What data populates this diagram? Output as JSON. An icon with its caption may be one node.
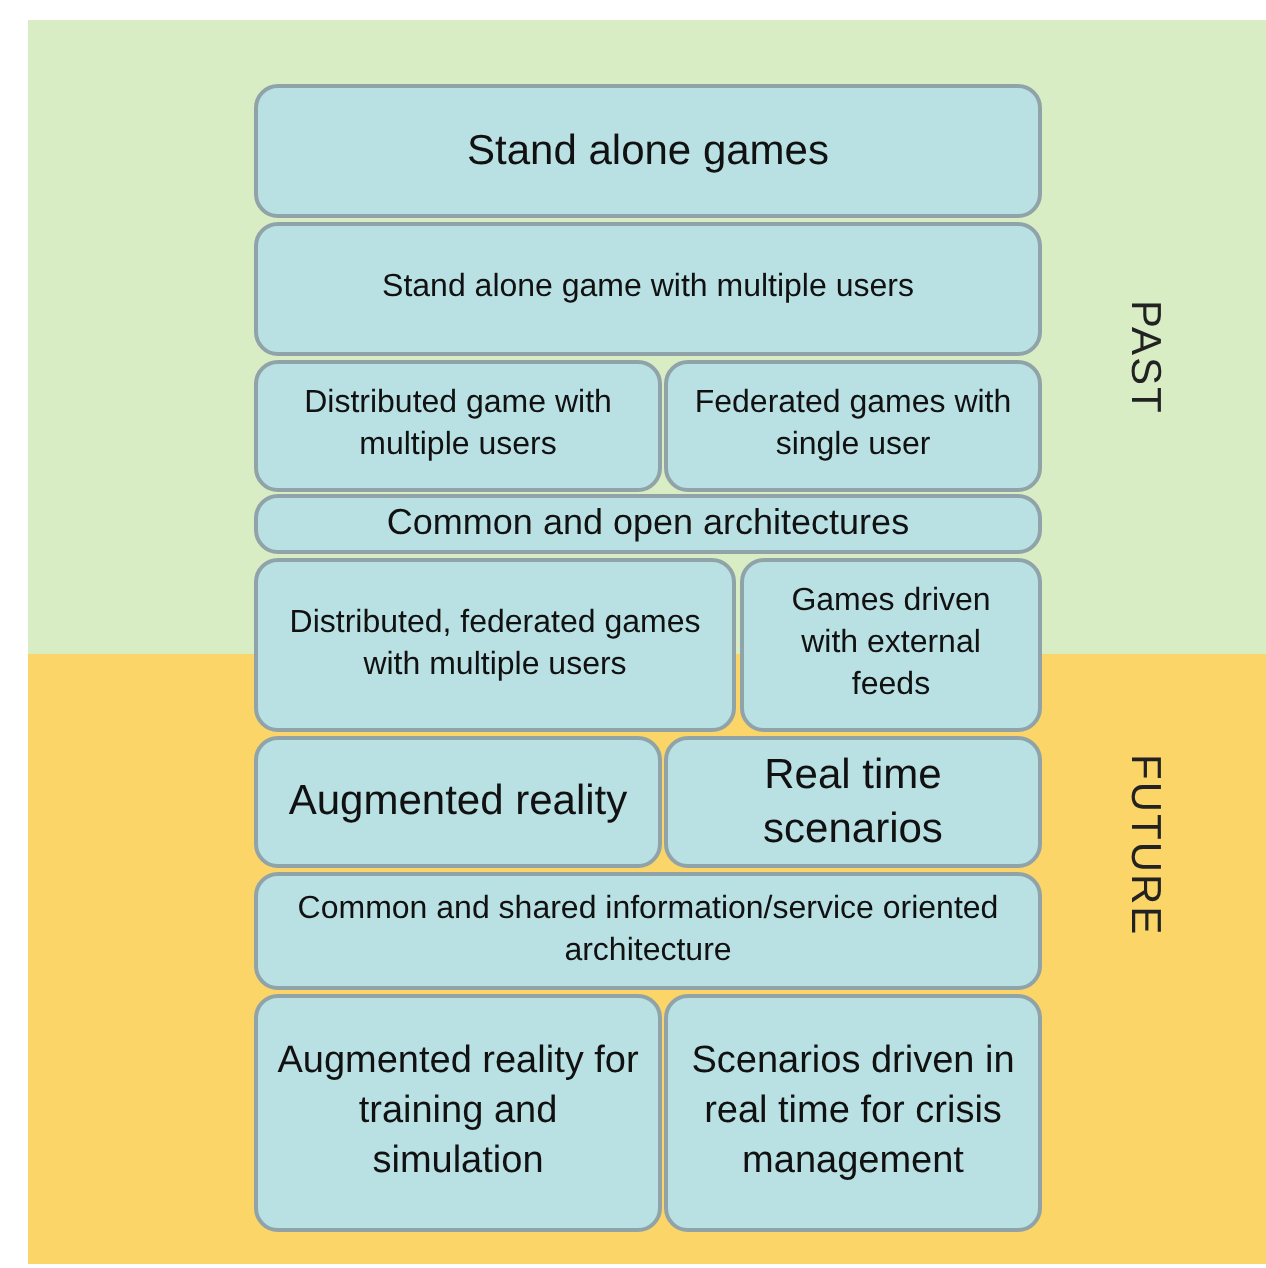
{
  "diagram": {
    "nodes": [
      {
        "text": [
          "PAST"
        ]
      },
      {
        "text": [
          "FUTURE"
        ]
      },
      {
        "text": [
          "Stand alone games"
        ],
        "in": 0
      },
      {
        "text": [
          "Stand alone game with multiple users"
        ],
        "in": 0
      },
      {
        "text": [
          "Distributed game with multiple users"
        ],
        "in": 0
      },
      {
        "text": [
          "Federated games with single user"
        ],
        "in": 0
      },
      {
        "text": [
          "Common and open architectures"
        ],
        "in": 0
      },
      {
        "text": [
          "Distributed, federated games with multiple users"
        ]
      },
      {
        "text": [
          "Games driven with external feeds"
        ]
      },
      {
        "text": [
          "Augmented reality"
        ],
        "in": 1
      },
      {
        "text": [
          "Real time scenarios"
        ],
        "in": 1
      },
      {
        "text": [
          "Common and shared information/service oriented architecture"
        ],
        "in": 1
      },
      {
        "text": [
          "Augmented reality for training and simulation"
        ],
        "in": 1
      },
      {
        "text": [
          "Scenarios driven in real time for crisis management"
        ],
        "in": 1
      }
    ],
    "edges": []
  }
}
